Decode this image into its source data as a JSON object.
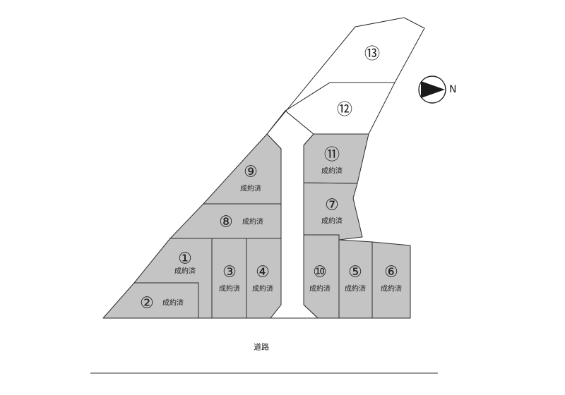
{
  "colors": {
    "sold": "#c4c4c4",
    "available": "#ffffff",
    "outline": "#2b2b2b"
  },
  "lots": [
    {
      "id": "1",
      "label": "①",
      "status": "成約済",
      "sold": true
    },
    {
      "id": "2",
      "label": "②",
      "status": "成約済",
      "sold": true
    },
    {
      "id": "3",
      "label": "③",
      "status": "成約済",
      "sold": true
    },
    {
      "id": "4",
      "label": "④",
      "status": "成約済",
      "sold": true
    },
    {
      "id": "5",
      "label": "⑤",
      "status": "成約済",
      "sold": true
    },
    {
      "id": "6",
      "label": "⑥",
      "status": "成約済",
      "sold": true
    },
    {
      "id": "7",
      "label": "⑦",
      "status": "成約済",
      "sold": true
    },
    {
      "id": "8",
      "label": "⑧",
      "status": "成約済",
      "sold": true
    },
    {
      "id": "9",
      "label": "⑨",
      "status": "成約済",
      "sold": true
    },
    {
      "id": "10",
      "label": "⑩",
      "status": "成約済",
      "sold": true
    },
    {
      "id": "11",
      "label": "⑪",
      "status": "成約済",
      "sold": true
    },
    {
      "id": "12",
      "label": "⑫",
      "status": "",
      "sold": false
    },
    {
      "id": "13",
      "label": "⑬",
      "status": "",
      "sold": false
    }
  ],
  "compass": {
    "letter": "N",
    "icon": "north-arrow-icon"
  },
  "road": {
    "label": "道路"
  }
}
